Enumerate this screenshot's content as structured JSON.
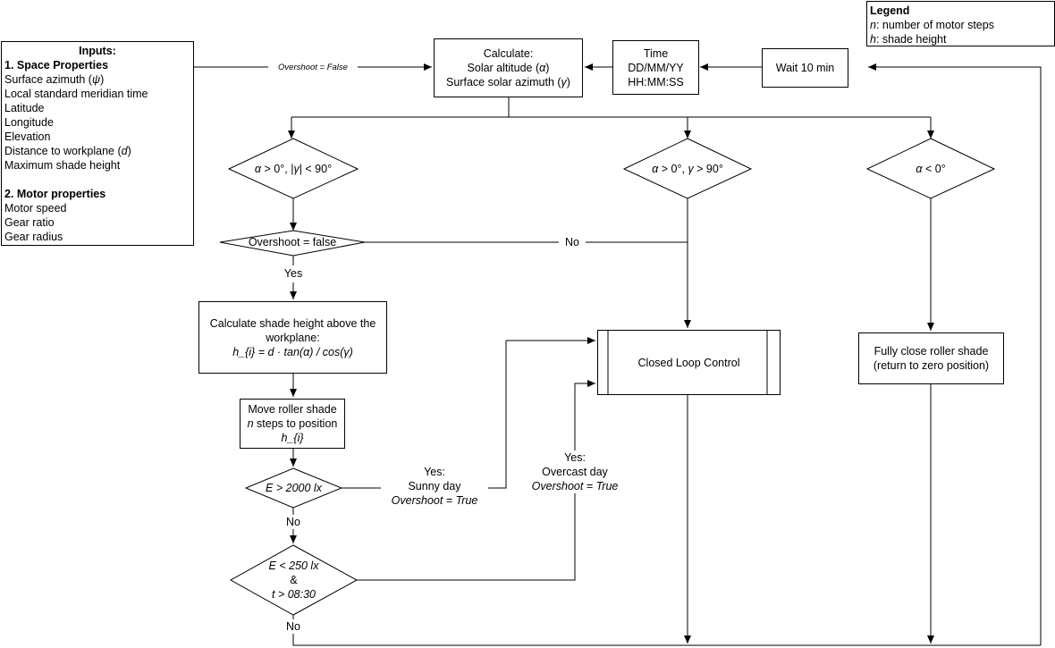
{
  "legend": {
    "title": "Legend",
    "n_var": "n",
    "n_desc": ": number of motor steps",
    "h_var": "h",
    "h_desc": ": shade height"
  },
  "inputs": {
    "title": "Inputs:",
    "section1": "1. Space Properties",
    "surface_azimuth": "Surface azimuth (",
    "surface_azimuth_sym": "ψ",
    "surface_azimuth_end": ")",
    "local_time": "Local standard meridian time",
    "latitude": "Latitude",
    "longitude": "Longitude",
    "elevation": "Elevation",
    "distance": "Distance to workplane (",
    "distance_sym": "d",
    "distance_end": ")",
    "max_shade": "Maximum shade height",
    "section2": "2. Motor properties",
    "motor_speed": "Motor speed",
    "gear_ratio": "Gear ratio",
    "gear_radius": "Gear radius"
  },
  "calculate": {
    "line1": "Calculate:",
    "line2": "Solar altitude (",
    "line2_sym": "α",
    "line2_end": ")",
    "line3": "Surface solar azimuth (",
    "line3_sym": "γ",
    "line3_end": ")"
  },
  "time_box": {
    "line1": "Time",
    "line2": "DD/MM/YY",
    "line3": "HH:MM:SS"
  },
  "wait_box": {
    "label": "Wait 10 min"
  },
  "overshoot_edge": "Overshoot = False",
  "decisions": {
    "d1": {
      "sym_a": "α",
      "text_a": " > 0°, |",
      "sym_g": "γ",
      "text_b": "| < 90°"
    },
    "d2": {
      "sym_a": "α",
      "text_a": " > 0°, ",
      "sym_g": "γ",
      "text_b": " > 90°"
    },
    "d3": {
      "sym_a": "α",
      "text_a": " < 0°"
    },
    "overshoot": "Overshoot = false",
    "e2000": "E > 2000 lx",
    "e250_line1": "E < 250 lx",
    "e250_line2": "&",
    "e250_line3": "t > 08:30"
  },
  "process": {
    "shade_line1": "Calculate shade height above the",
    "shade_line2": "workplane:",
    "shade_formula": "h_{i} = d · tan(α) / cos(γ)",
    "move_line1": "Move roller shade",
    "move_n": "n",
    "move_line2": " steps to position",
    "move_line3": "h_{i}",
    "closed_loop": "Closed Loop Control",
    "fully_close_line1": "Fully close roller shade",
    "fully_close_line2": "(return to zero position)"
  },
  "edge_labels": {
    "no_1": "No",
    "yes_1": "Yes",
    "sunny_yes": "Yes:",
    "sunny_day": "Sunny day",
    "sunny_overshoot": "Overshoot = True",
    "overcast_yes": "Yes:",
    "overcast_day": "Overcast day",
    "overcast_overshoot": "Overshoot = True",
    "no_2": "No",
    "no_3": "No"
  }
}
